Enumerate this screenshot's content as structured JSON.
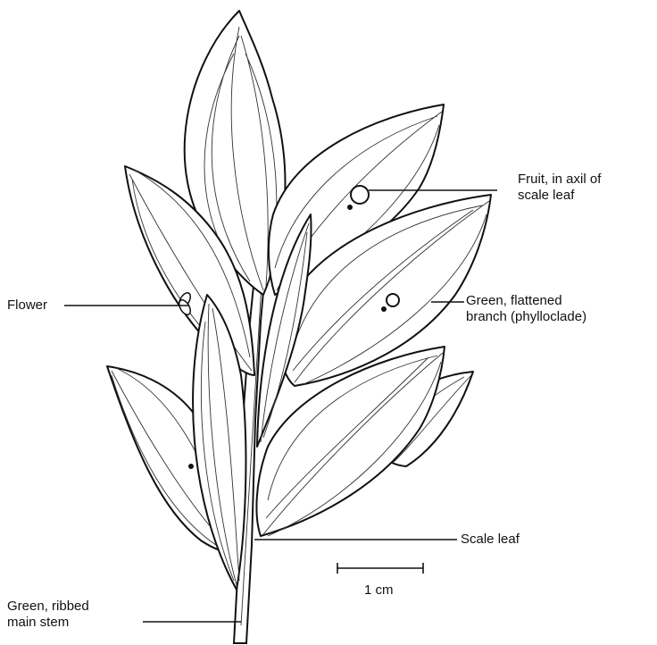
{
  "labels": {
    "fruit": [
      "Fruit, in axil of",
      "scale leaf"
    ],
    "flower": "Flower",
    "branch": [
      "Green, flattened",
      "branch (phylloclade)"
    ],
    "scale_leaf": "Scale leaf",
    "stem": [
      "Green, ribbed",
      "main stem"
    ],
    "scale_bar": "1 cm"
  },
  "colors": {
    "ink": "#111111",
    "paper": "#ffffff"
  }
}
